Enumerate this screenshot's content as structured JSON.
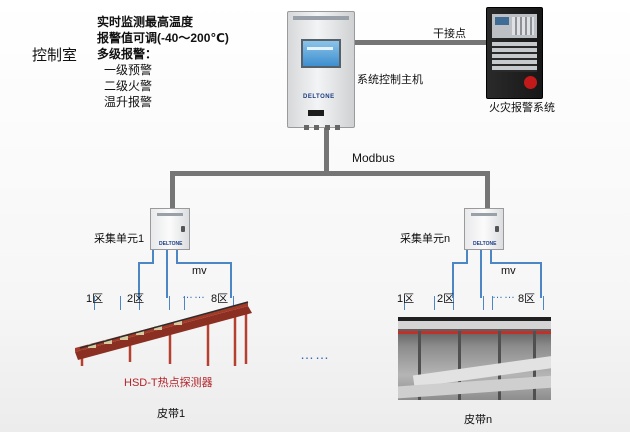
{
  "control_room": {
    "label": "控制室"
  },
  "features": {
    "line1": "实时监测最高温度",
    "line2": "报警值可调(-40～200℃)",
    "line3": "多级报警：",
    "levels": [
      "一级预警",
      "二级火警",
      "温升报警"
    ]
  },
  "host": {
    "label": "系统控制主机",
    "logo_text": "DELTONE"
  },
  "dry_contact": {
    "label": "干接点"
  },
  "fire_alarm": {
    "label": "火灾报警系统"
  },
  "bus": {
    "label": "Modbus"
  },
  "units": [
    {
      "label": "采集单元1",
      "logo_text": "DELTONE",
      "signal_label": "mv",
      "zones": [
        "1区",
        "2区",
        "8区"
      ],
      "zone_ellipsis": "……"
    },
    {
      "label": "采集单元n",
      "logo_text": "DELTONE",
      "signal_label": "mv",
      "zones": [
        "1区",
        "2区",
        "8区"
      ],
      "zone_ellipsis": "……"
    }
  ],
  "belts": [
    {
      "label": "皮带1",
      "detector_label": "HSD-T热点探测器"
    },
    {
      "label": "皮带n"
    }
  ],
  "between_belts_ellipsis": "……",
  "colors": {
    "line": "#757575",
    "wire": "#4d86c4",
    "detector_text": "#b3242a"
  }
}
